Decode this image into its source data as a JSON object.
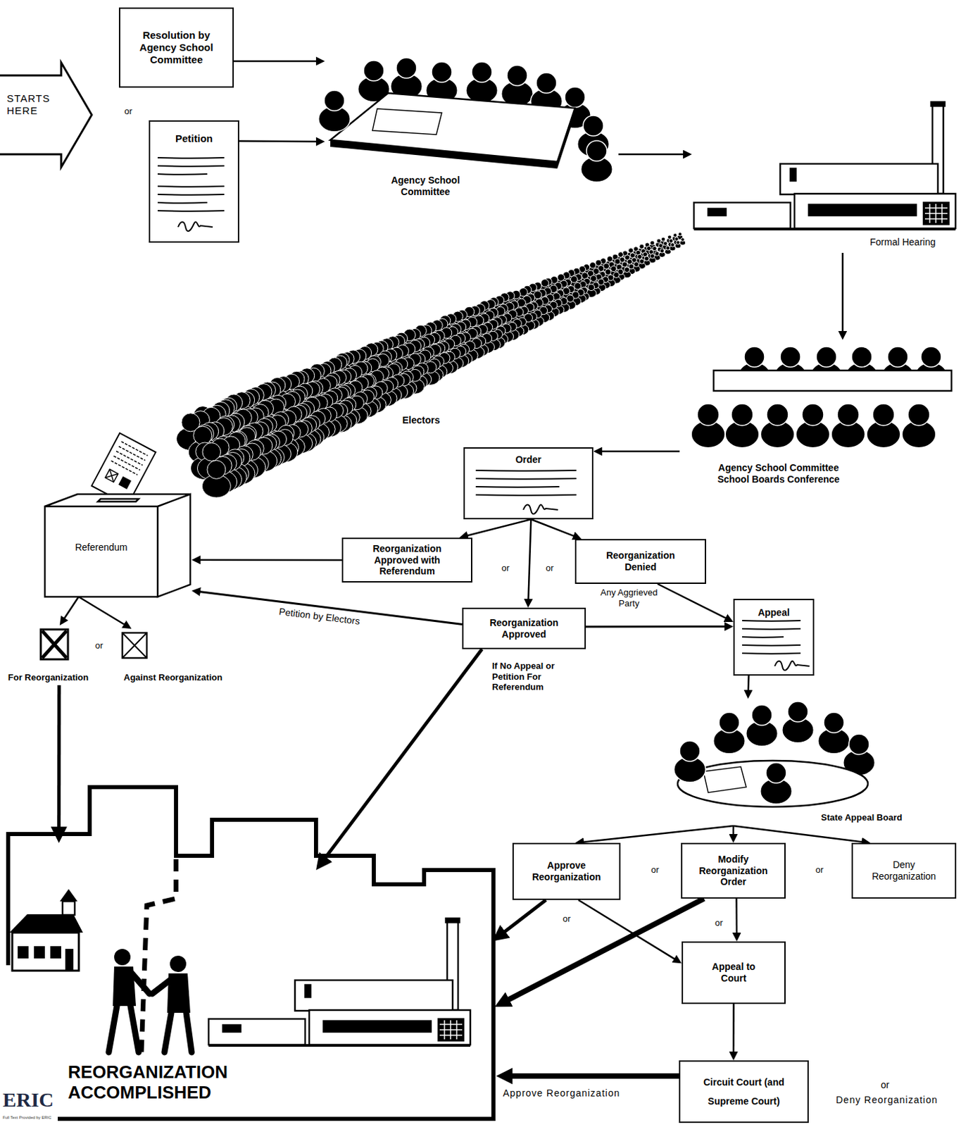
{
  "diagram": {
    "nodes": [
      {
        "text": [
          "STARTS HERE"
        ]
      },
      {
        "text": [
          "Resolution by Agency School Committee"
        ]
      },
      {
        "text": [
          "Petition"
        ]
      },
      {
        "text": [
          "Agency School Committee"
        ]
      },
      {
        "text": [
          "Formal Hearing"
        ]
      },
      {
        "text": [
          "Electors"
        ]
      },
      {
        "text": [
          "Agency School Committee School Boards Conference"
        ]
      },
      {
        "text": [
          "Order"
        ]
      },
      {
        "text": [
          "Referendum"
        ]
      },
      {
        "text": [
          "Reorganization Approved with Referendum"
        ]
      },
      {
        "text": [
          "Reorganization Denied"
        ]
      },
      {
        "text": [
          "Reorganization Approved"
        ]
      },
      {
        "text": [
          "Appeal"
        ]
      },
      {
        "text": [
          "For Reorganization"
        ]
      },
      {
        "text": [
          "Against Reorganization"
        ]
      },
      {
        "text": [
          "State Appeal Board"
        ]
      },
      {
        "text": [
          "Approve Reorganization"
        ]
      },
      {
        "text": [
          "Modify Reorganization Order"
        ]
      },
      {
        "text": [
          "Deny Reorganization"
        ]
      },
      {
        "text": [
          "Appeal to Court"
        ]
      },
      {
        "text": [
          "REORGANIZATION ACCOMPLISHED"
        ]
      },
      {
        "text": [
          "Circuit Court (and Supreme Court)"
        ]
      }
    ],
    "edges": [
      {
        "from": 1,
        "to": 3,
        "arrow": "to"
      },
      {
        "from": 2,
        "to": 3,
        "arrow": "to"
      },
      {
        "from": 3,
        "to": 4,
        "arrow": "to"
      },
      {
        "from": 4,
        "to": 6,
        "arrow": "to"
      },
      {
        "from": 6,
        "to": 7,
        "arrow": "to"
      },
      {
        "from": 7,
        "to": 9,
        "arrow": "to"
      },
      {
        "from": 7,
        "to": 11,
        "arrow": "to"
      },
      {
        "from": 7,
        "to": 10,
        "arrow": "to"
      },
      {
        "from": 9,
        "to": 8,
        "arrow": "to"
      },
      {
        "from": 11,
        "to": 8,
        "label": "Petition by Electors",
        "arrow": "to"
      },
      {
        "from": 11,
        "to": 12,
        "label": "Any Aggrieved Party",
        "arrow": "to"
      },
      {
        "from": 10,
        "to": 12,
        "arrow": "to"
      },
      {
        "from": 11,
        "to": 20,
        "label": "If No Appeal or Petition For Referendum",
        "arrow": "to"
      },
      {
        "from": 8,
        "to": 13,
        "arrow": "to"
      },
      {
        "from": 8,
        "to": 14,
        "arrow": "to"
      },
      {
        "from": 13,
        "to": 20,
        "arrow": "to"
      },
      {
        "from": 12,
        "to": 15,
        "arrow": "to"
      },
      {
        "from": 15,
        "to": 16,
        "arrow": "to"
      },
      {
        "from": 15,
        "to": 17,
        "arrow": "to"
      },
      {
        "from": 15,
        "to": 18,
        "arrow": "to"
      },
      {
        "from": 16,
        "to": 20,
        "arrow": "to"
      },
      {
        "from": 16,
        "to": 19,
        "arrow": "to"
      },
      {
        "from": 17,
        "to": 20,
        "arrow": "to"
      },
      {
        "from": 17,
        "to": 19,
        "arrow": "to"
      },
      {
        "from": 19,
        "to": 21,
        "arrow": "to"
      },
      {
        "from": 21,
        "to": 20,
        "label": "Approve Reorganization",
        "arrow": "to"
      }
    ],
    "labels": [
      "or",
      "or",
      "or",
      "or",
      "or",
      "or",
      "or",
      "or",
      "or",
      "Deny Reorganization",
      "ERIC",
      "Full Text Provided by ERIC"
    ]
  }
}
